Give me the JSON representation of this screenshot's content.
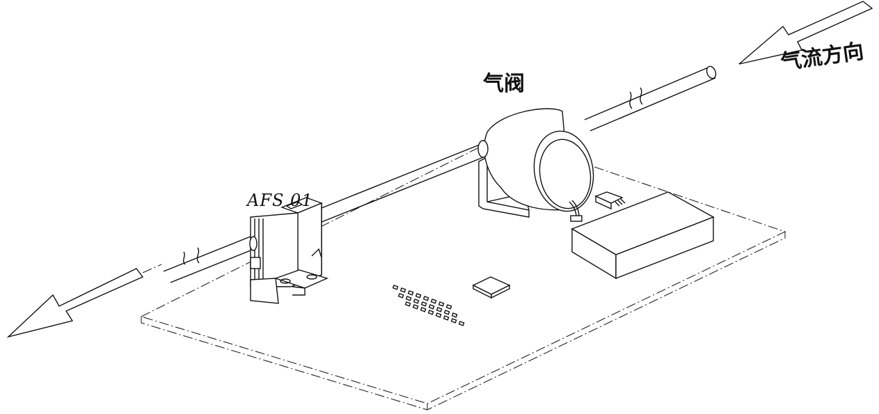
{
  "labels": {
    "sensor_model": "AFS 01",
    "valve": "气阀",
    "airflow_direction": "气流方向"
  },
  "colors": {
    "line": "#111111",
    "background": "#ffffff"
  },
  "icons": {
    "flow_arrows": "arrow-icon"
  }
}
